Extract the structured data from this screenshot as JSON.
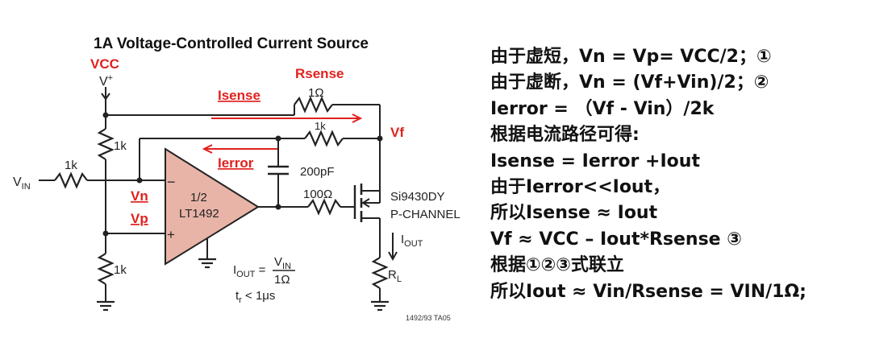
{
  "diagram": {
    "title": "1A Voltage-Controlled Current Source",
    "vcc": "VCC",
    "vplus": "V",
    "vplus_sup": "+",
    "rsense_label": "Rsense",
    "rsense_value": "1Ω",
    "isense_label": "Isense",
    "r_feedback": "1k",
    "vf_label": "Vf",
    "r_top": "1k",
    "r_in": "1k",
    "vin": "V",
    "vin_sub": "IN",
    "ierror_label": "Ierror",
    "cap_value": "200pF",
    "vn_label": "Vn",
    "vp_label": "Vp",
    "opamp_line1": "1/2",
    "opamp_line2": "LT1492",
    "minus": "−",
    "plus": "+",
    "r_gate": "100Ω",
    "mosfet_part": "Si9430DY",
    "mosfet_type": "P-CHANNEL",
    "iout_label": "I",
    "iout_sub": "OUT",
    "r_bottom": "1k",
    "formula_lhs_i": "I",
    "formula_lhs_sub": "OUT",
    "formula_eq": " =",
    "formula_num": "V",
    "formula_num_sub": "IN",
    "formula_den": "1Ω",
    "rise_time": "t",
    "rise_time_sub": "r",
    "rise_time_val": " < 1μs",
    "rl_label": "R",
    "rl_sub": "L",
    "footer_code": "1492/93 TA05"
  },
  "notes": [
    "由于虚短，Vn = Vp= VCC/2；①",
    "由于虚断，Vn = (Vf+Vin)/2；②",
    "Ierror = （Vf - Vin）/2k",
    "根据电流路径可得:",
    "Isense = Ierror +Iout",
    "由于Ierror<<Iout，",
    "所以Isense ≈ Iout",
    "Vf ≈ VCC – Iout*Rsense ③",
    "根据①②③式联立",
    "所以Iout ≈ Vin/Rsense = VIN/1Ω;"
  ],
  "colors": {
    "annotation": "#e0211e",
    "opamp_fill": "#e9b4a8",
    "ink": "#222222"
  }
}
